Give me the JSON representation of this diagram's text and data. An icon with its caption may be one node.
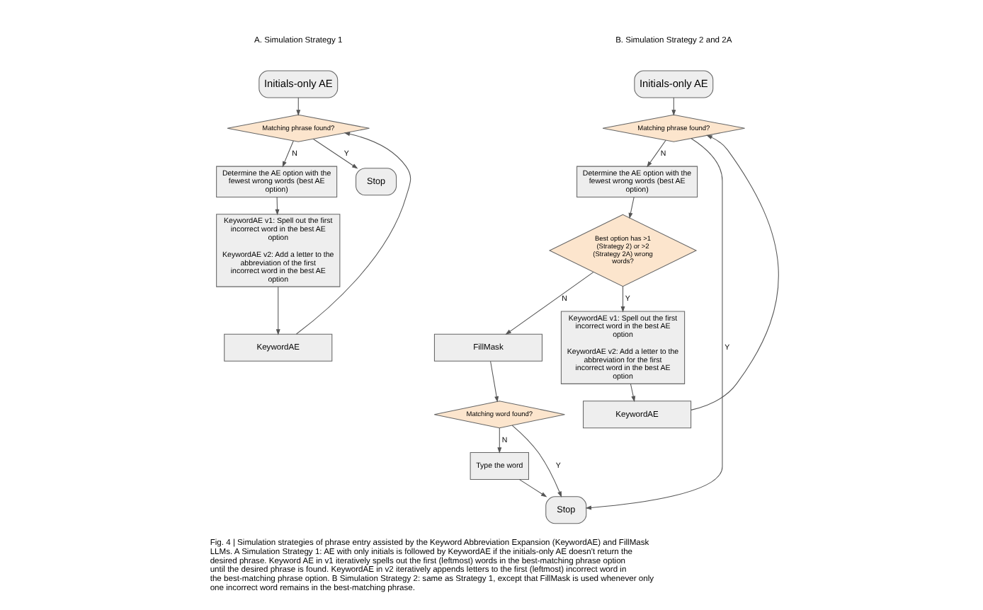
{
  "diagram": {
    "caption": "Fig. 4 | Simulation strategies of phrase entry assisted by the Keyword Abbreviation Expansion (KeywordAE) and FillMask LLMs. A Simulation Strategy 1: AE with only initials is followed by KeywordAE if the initials-only AE doesn't return the desired phrase. Keyword AE in v1 iteratively spells out the first (leftmost) words in the best-matching phrase option until the desired phrase is found. KeywordAE in v2 iteratively appends letters to the first (leftmost) incorrect word in the best-matching phrase option. B Simulation Strategy 2: same as Strategy 1, except that FillMask is used whenever only one incorrect word remains in the best-matching phrase.",
    "nodes": [
      {
        "text": [
          "Initials-only AE"
        ]
      },
      {
        "text": [
          "Matching phrase found?"
        ]
      },
      {
        "text": [
          "Determine the AE option with the fewest wrong words (best AE option)"
        ]
      },
      {
        "text": [
          "KeywordAE v1: Spell out the first incorrect word in the best AE option",
          "KeywordAE v2: Add a letter to the abbreviation of the first incorrect word in the best AE option"
        ]
      },
      {
        "text": [
          "KeywordAE"
        ]
      },
      {
        "text": [
          "Stop"
        ]
      },
      {
        "text": [
          "Initials-only AE"
        ]
      },
      {
        "text": [
          "Matching phrase found?"
        ]
      },
      {
        "text": [
          "Determine the AE option with the fewest wrong words (best AE option)"
        ]
      },
      {
        "text": [
          "Best option has >1 (Strategy 2) or >2 (Strategy 2A) wrong words?"
        ]
      },
      {
        "text": [
          "FillMask"
        ]
      },
      {
        "text": [
          "Matching word found?"
        ]
      },
      {
        "text": [
          "Type the word"
        ]
      },
      {
        "text": [
          "KeywordAE v1: Spell out the first incorrect word in the best AE option",
          "KeywordAE v2: Add a letter to the abbreviation for the first incorrect word in the best AE option"
        ]
      },
      {
        "text": [
          "KeywordAE"
        ]
      },
      {
        "text": [
          "Stop"
        ]
      }
    ],
    "edges": [
      {
        "from": 0,
        "to": 1,
        "arrow": "to"
      },
      {
        "from": 1,
        "to": 2,
        "arrow": "to",
        "label": "N"
      },
      {
        "from": 2,
        "to": 3,
        "arrow": "to"
      },
      {
        "from": 3,
        "to": 4,
        "arrow": "to"
      },
      {
        "from": 4,
        "to": 1,
        "arrow": "to"
      },
      {
        "from": 1,
        "to": 5,
        "arrow": "to",
        "label": "Y"
      },
      {
        "from": 6,
        "to": 7,
        "arrow": "to"
      },
      {
        "from": 7,
        "to": 8,
        "arrow": "to",
        "label": "N"
      },
      {
        "from": 8,
        "to": 9,
        "arrow": "to"
      },
      {
        "from": 9,
        "to": 10,
        "arrow": "to",
        "label": "N"
      },
      {
        "from": 9,
        "to": 13,
        "arrow": "to",
        "label": "Y"
      },
      {
        "from": 13,
        "to": 14,
        "arrow": "to"
      },
      {
        "from": 14,
        "to": 7,
        "arrow": "to"
      },
      {
        "from": 10,
        "to": 11,
        "arrow": "to"
      },
      {
        "from": 11,
        "to": 15,
        "arrow": "to",
        "label": "Y"
      },
      {
        "from": 11,
        "to": 12,
        "arrow": "to",
        "label": "N"
      },
      {
        "from": 12,
        "to": 15,
        "arrow": "to"
      },
      {
        "from": 7,
        "to": 15,
        "arrow": "to",
        "label": "Y"
      }
    ],
    "labels": [
      "A. Simulation Strategy 1",
      "B. Simulation Strategy 2 and 2A"
    ]
  }
}
